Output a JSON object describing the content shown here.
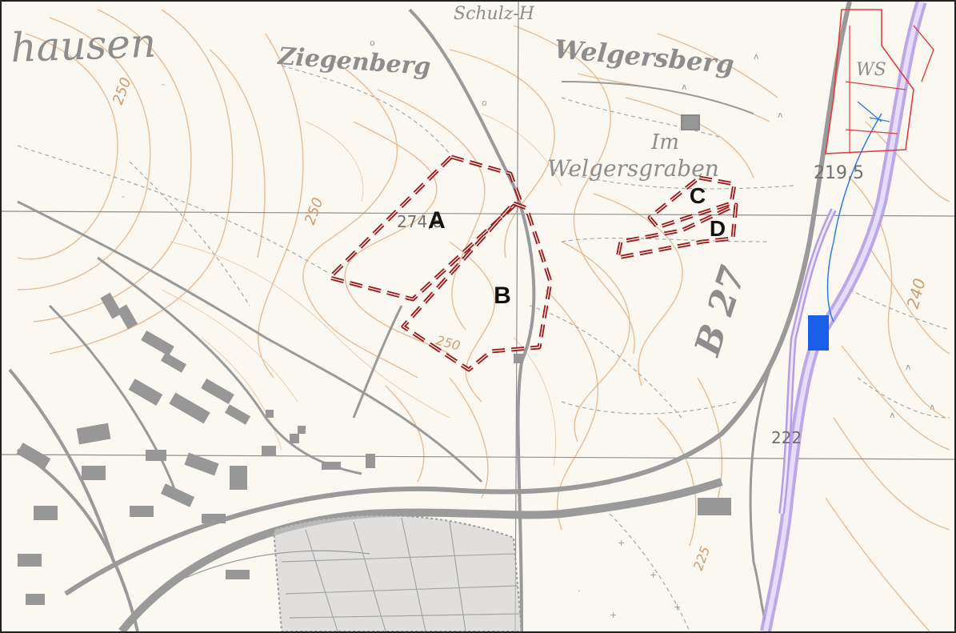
{
  "map": {
    "place_names": {
      "hausen": "hausen",
      "ziegenberg": "Ziegenberg",
      "welgersberg": "Welgersberg",
      "schulz": "Schulz-H",
      "im": "Im",
      "welgersgraben": "Welgersgraben",
      "ws": "WS"
    },
    "road_label": "B 27",
    "elevations": {
      "e1": "274,8",
      "e2": "219,5",
      "e3": "222"
    },
    "contour_labels": {
      "c1": "250",
      "c2": "250",
      "c3": "240",
      "c4": "250",
      "c5": "225"
    },
    "zones": [
      {
        "label": "A"
      },
      {
        "label": "B"
      },
      {
        "label": "C"
      },
      {
        "label": "D"
      }
    ],
    "colors": {
      "zone_outline": "#a01c1c",
      "river": "#c9b4f2",
      "water": "#1a5fe8",
      "contour": "#e2b488",
      "road": "#9a9a9a",
      "building": "#979797",
      "parcel": "#e53b3b"
    }
  }
}
